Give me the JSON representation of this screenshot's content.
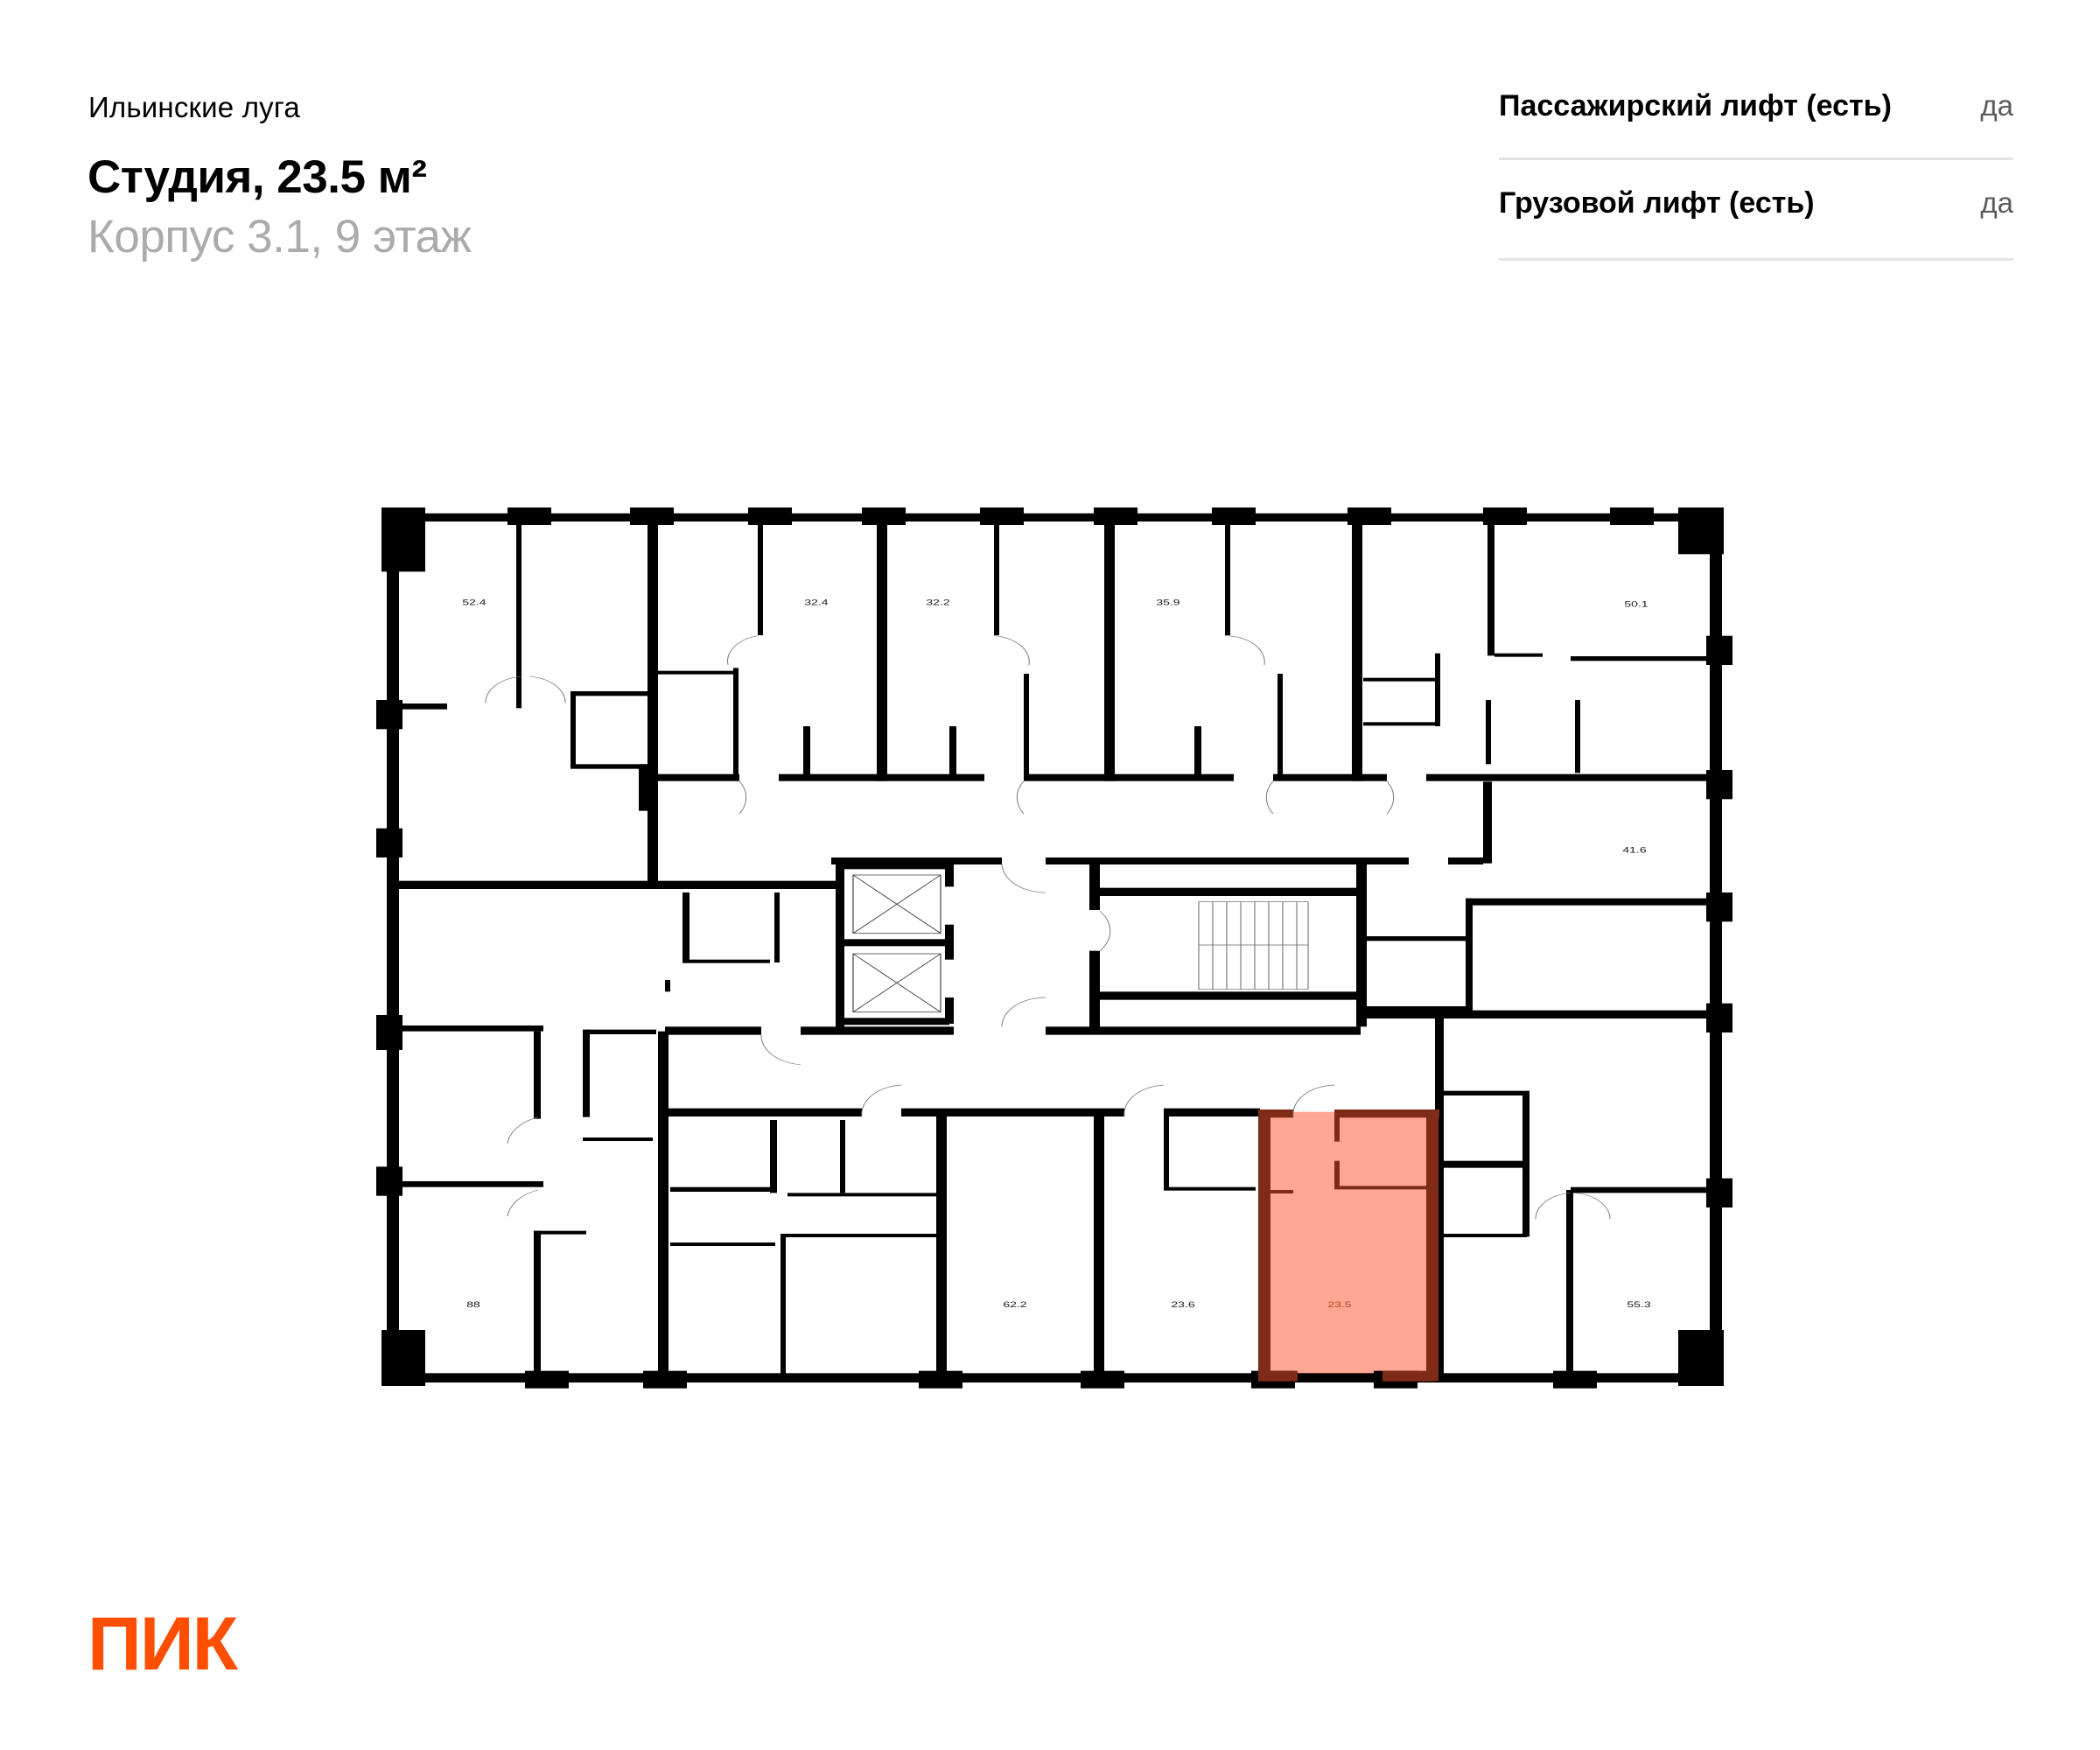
{
  "header": {
    "complex_name": "Ильинские луга",
    "unit_title": "Студия, 23.5 м²",
    "unit_location": "Корпус 3.1, 9 этаж"
  },
  "features": [
    {
      "label": "Пассажирский лифт (есть)",
      "value": "да"
    },
    {
      "label": "Грузовой лифт (есть)",
      "value": "да"
    }
  ],
  "floor_plan": {
    "highlight_fill": "#ffa28c",
    "highlight_wall": "#802a18",
    "wall_color": "#000000",
    "selected_unit": "23.5",
    "units": [
      {
        "area": "52.4"
      },
      {
        "area": "32.4"
      },
      {
        "area": "32.2"
      },
      {
        "area": "35.9"
      },
      {
        "area": "50.1"
      },
      {
        "area": "41.6"
      },
      {
        "area": "88"
      },
      {
        "area": "62.2"
      },
      {
        "area": "23.6"
      },
      {
        "area": "23.5"
      },
      {
        "area": "55.3"
      }
    ],
    "core": {
      "elevators": 2,
      "stairs": 1
    }
  },
  "brand": {
    "logo_text": "ПИК",
    "color": "#ff4e00"
  }
}
